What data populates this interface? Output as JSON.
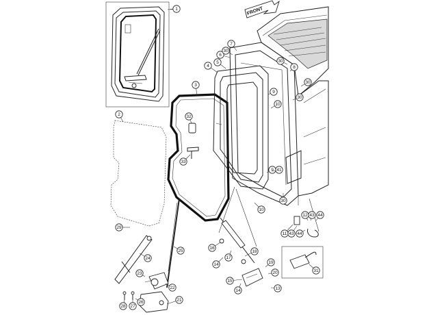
{
  "front_label": "FRONT",
  "callouts": [
    {
      "id": "c1",
      "text": "1"
    },
    {
      "id": "c2",
      "text": "2"
    },
    {
      "id": "c3",
      "text": "3"
    },
    {
      "id": "c4",
      "text": "4"
    },
    {
      "id": "c5",
      "text": "5"
    },
    {
      "id": "c6",
      "text": "6"
    },
    {
      "id": "c7",
      "text": "7"
    },
    {
      "id": "c8",
      "text": "8"
    },
    {
      "id": "c9",
      "text": "9"
    },
    {
      "id": "c10a",
      "text": "10"
    },
    {
      "id": "c10b",
      "text": "10"
    },
    {
      "id": "c9b",
      "text": "9"
    },
    {
      "id": "c11",
      "text": "11"
    },
    {
      "id": "c12",
      "text": "12"
    },
    {
      "id": "c13",
      "text": "13"
    },
    {
      "id": "c14a",
      "text": "14"
    },
    {
      "id": "c14b",
      "text": "14"
    },
    {
      "id": "c15",
      "text": "15"
    },
    {
      "id": "c16",
      "text": "16"
    },
    {
      "id": "c17",
      "text": "17"
    },
    {
      "id": "c18",
      "text": "18"
    },
    {
      "id": "c19",
      "text": "19"
    },
    {
      "id": "c20",
      "text": "20"
    },
    {
      "id": "c21",
      "text": "21"
    },
    {
      "id": "c22",
      "text": "22"
    },
    {
      "id": "c23",
      "text": "23"
    },
    {
      "id": "c24",
      "text": "24"
    },
    {
      "id": "c25",
      "text": "25"
    },
    {
      "id": "c26",
      "text": "26"
    },
    {
      "id": "c27",
      "text": "27"
    },
    {
      "id": "c28",
      "text": "28"
    },
    {
      "id": "c29",
      "text": "29"
    },
    {
      "id": "c30a",
      "text": "30"
    },
    {
      "id": "c30b",
      "text": "30"
    },
    {
      "id": "c30c",
      "text": "30"
    },
    {
      "id": "c30d",
      "text": "30"
    },
    {
      "id": "c30e",
      "text": "30"
    },
    {
      "id": "c31",
      "text": "31"
    },
    {
      "id": "c32",
      "text": "32"
    },
    {
      "id": "c33",
      "text": "33"
    },
    {
      "id": "c41",
      "text": "41"
    },
    {
      "id": "c43a",
      "text": "43"
    },
    {
      "id": "c43b",
      "text": "43"
    },
    {
      "id": "c44a",
      "text": "44"
    },
    {
      "id": "c44b",
      "text": "44"
    }
  ]
}
